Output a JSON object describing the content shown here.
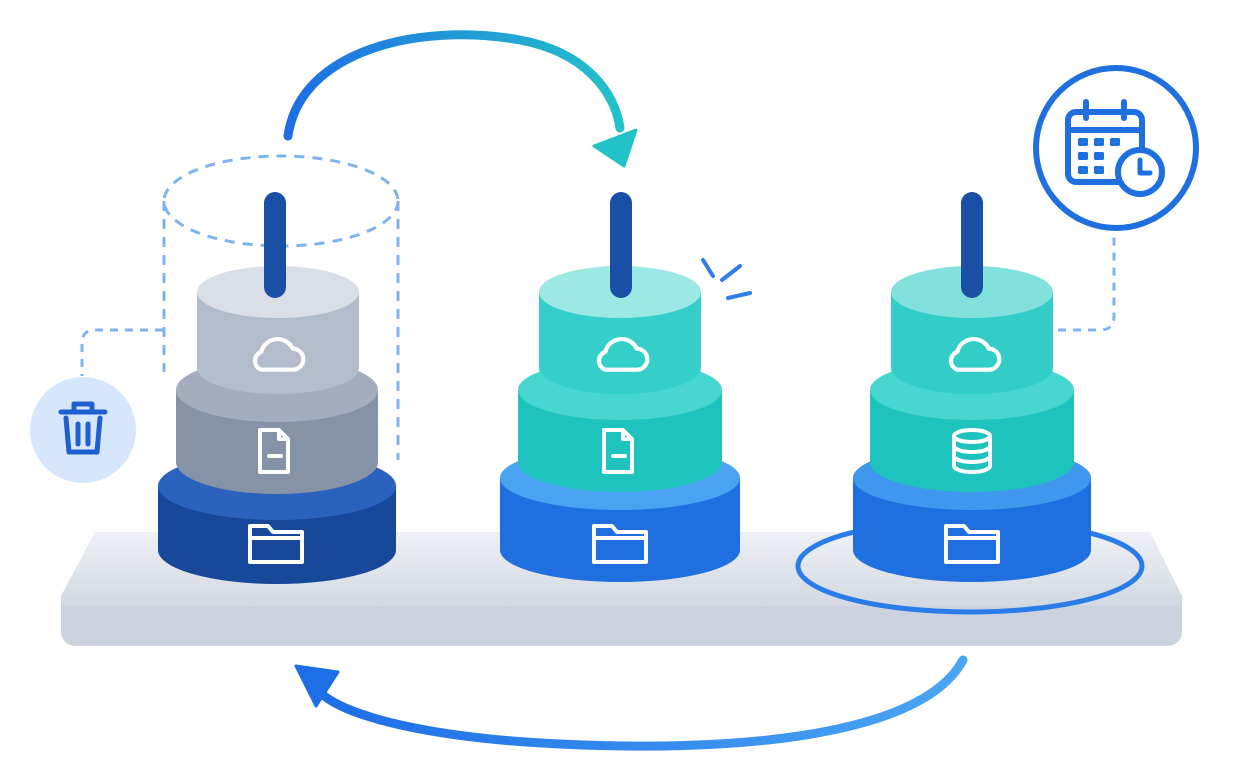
{
  "diagram": {
    "stacks": [
      {
        "name": "stack-left",
        "state": "faded",
        "tiers": [
          {
            "icon": "cloud-icon"
          },
          {
            "icon": "document-icon"
          },
          {
            "icon": "folder-icon"
          }
        ]
      },
      {
        "name": "stack-middle",
        "state": "new",
        "tiers": [
          {
            "icon": "cloud-icon"
          },
          {
            "icon": "document-icon"
          },
          {
            "icon": "folder-icon"
          }
        ]
      },
      {
        "name": "stack-right",
        "state": "active",
        "tiers": [
          {
            "icon": "cloud-icon"
          },
          {
            "icon": "database-icon"
          },
          {
            "icon": "folder-icon"
          }
        ]
      }
    ],
    "side_icons": [
      "trash-icon",
      "calendar-clock-icon"
    ],
    "colors": {
      "navy": "#1a4fa6",
      "blue": "#1f6fe0",
      "teal": "#2ec9c3",
      "gray": "#a9b3c4",
      "platform": "#dde2ea"
    }
  }
}
